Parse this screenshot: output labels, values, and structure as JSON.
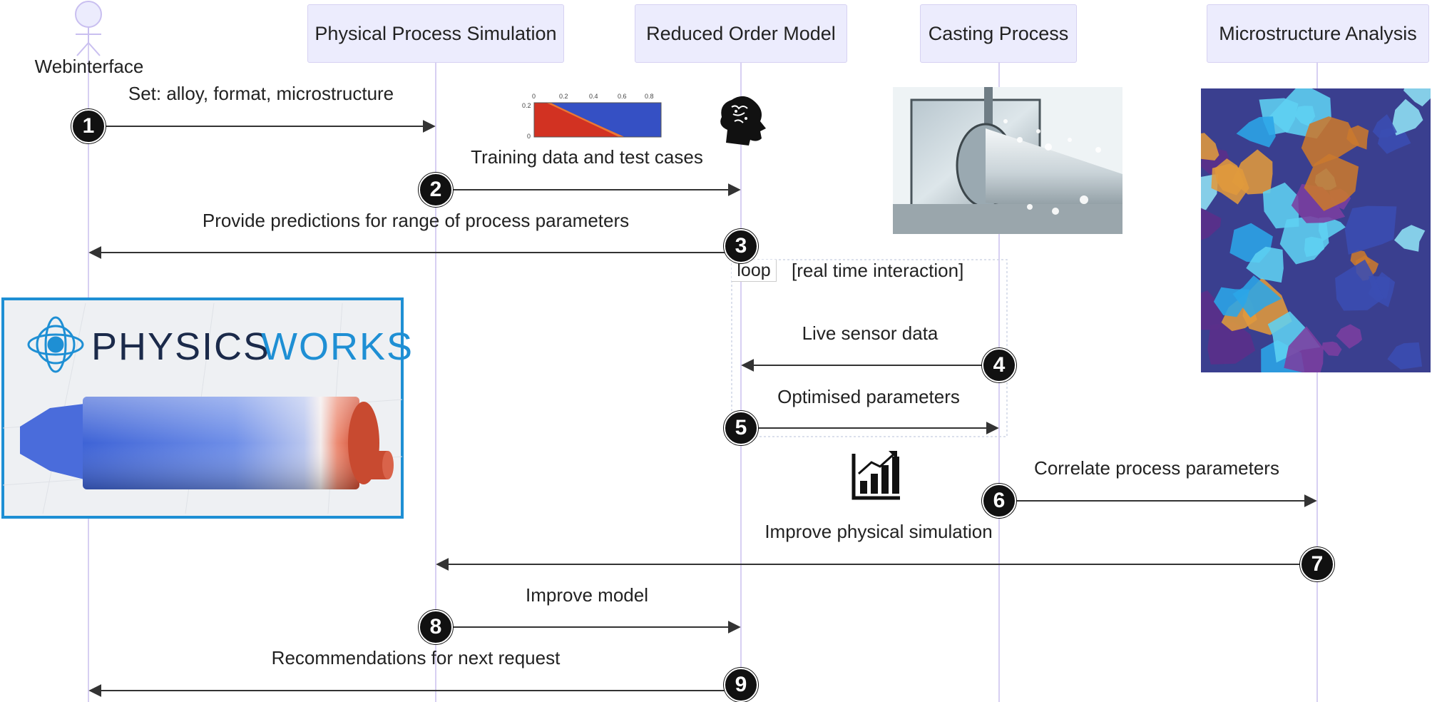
{
  "participants": {
    "webinterface": "Webinterface",
    "physical_sim": "Physical Process Simulation",
    "rom": "Reduced Order Model",
    "casting": "Casting Process",
    "microstructure": "Microstructure Analysis"
  },
  "messages": [
    {
      "num": "1",
      "label": "Set: alloy, format, microstructure"
    },
    {
      "num": "2",
      "label": "Training data and test cases"
    },
    {
      "num": "3",
      "label": "Provide predictions for range of process parameters"
    },
    {
      "num": "4",
      "label": "Live sensor data"
    },
    {
      "num": "5",
      "label": "Optimised parameters"
    },
    {
      "num": "6",
      "label": "Correlate process parameters"
    },
    {
      "num": "7",
      "label": "Improve physical simulation"
    },
    {
      "num": "8",
      "label": "Improve model"
    },
    {
      "num": "9",
      "label": "Recommendations for next request"
    }
  ],
  "loop": {
    "tag": "loop",
    "condition": "[real time interaction]"
  },
  "logo": {
    "text_left": "PHYSICS",
    "text_right": "WORKS"
  },
  "mini_chart": {
    "xticks": [
      "0",
      "0.2",
      "0.4",
      "0.6",
      "0.8"
    ],
    "yticks": [
      "0.2",
      "0"
    ]
  },
  "colors": {
    "lifeline": "#d7cff2",
    "head_fill": "#ececfd",
    "arrow": "#333333",
    "logo_blue": "#1e8fd4",
    "logo_dark": "#1b2a4a"
  },
  "icons": [
    "actor-icon",
    "brain-head-icon",
    "growth-chart-icon"
  ]
}
